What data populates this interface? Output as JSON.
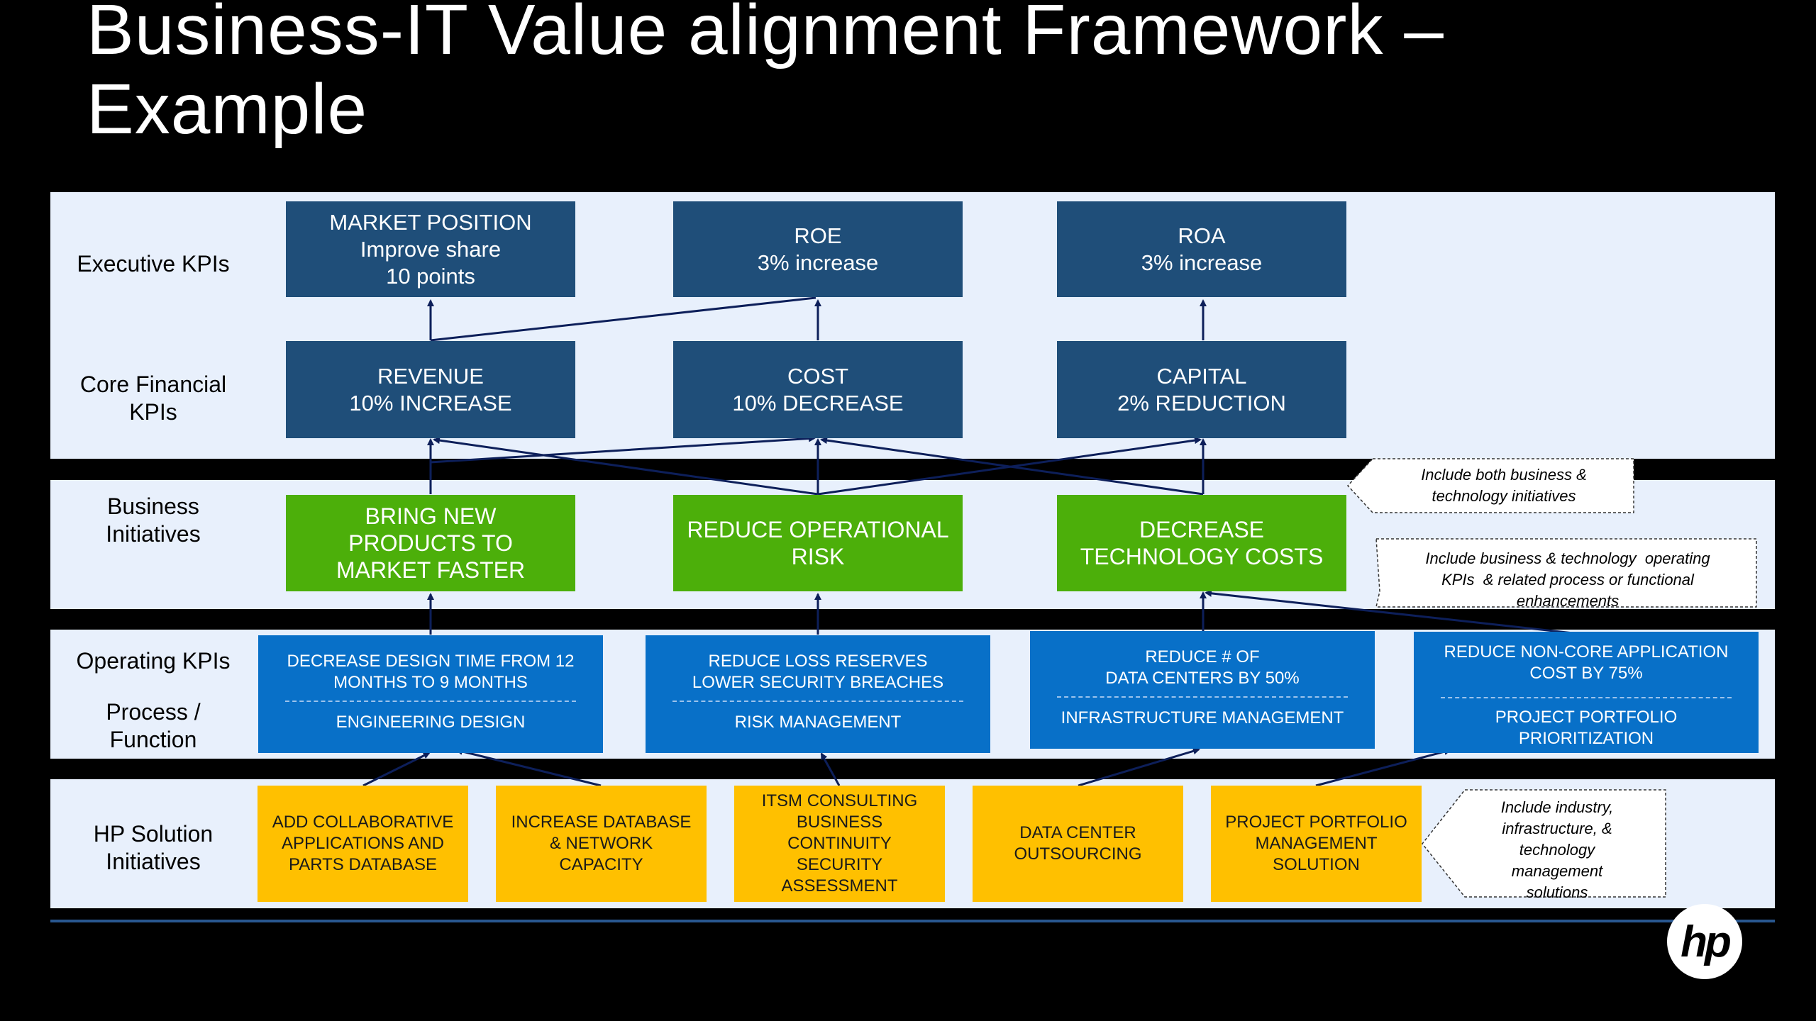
{
  "title": "Business-IT Value alignment Framework –\nExample",
  "rows": {
    "executive": "Executive KPIs",
    "core": "Core Financial\nKPIs",
    "business": "Business\nInitiatives",
    "operating": "Operating KPIs",
    "process": "Process /\nFunction",
    "hp": "HP Solution\nInitiatives"
  },
  "executive_kpis": [
    "MARKET POSITION\nImprove share\n10 points",
    "ROE\n3% increase",
    "ROA\n3% increase"
  ],
  "core_financial_kpis": [
    "REVENUE\n10% INCREASE",
    "COST\n10% DECREASE",
    "CAPITAL\n2% REDUCTION"
  ],
  "business_initiatives": [
    "BRING NEW\nPRODUCTS TO\nMARKET FASTER",
    "REDUCE OPERATIONAL\nRISK",
    "DECREASE\nTECHNOLOGY COSTS"
  ],
  "operating_kpis": [
    {
      "kpi": "DECREASE DESIGN TIME FROM 12\nMONTHS TO 9 MONTHS",
      "function": "ENGINEERING DESIGN"
    },
    {
      "kpi": "REDUCE LOSS RESERVES\nLOWER SECURITY BREACHES",
      "function": "RISK MANAGEMENT"
    },
    {
      "kpi": "REDUCE # OF\nDATA CENTERS BY 50%",
      "function": "INFRASTRUCTURE MANAGEMENT"
    },
    {
      "kpi": "REDUCE NON-CORE APPLICATION\nCOST BY 75%",
      "function": "PROJECT PORTFOLIO\nPRIORITIZATION"
    }
  ],
  "hp_solutions": [
    "ADD COLLABORATIVE\nAPPLICATIONS AND\nPARTS DATABASE",
    "INCREASE DATABASE\n& NETWORK\nCAPACITY",
    "ITSM CONSULTING\nBUSINESS\nCONTINUITY\nSECURITY\nASSESSMENT",
    "DATA CENTER\nOUTSOURCING",
    "PROJECT PORTFOLIO\nMANAGEMENT\nSOLUTION"
  ],
  "callouts": {
    "business": "Include both business &\ntechnology initiatives",
    "operating": "Include business & technology  operating\nKPIs  & related process or functional\nenhancements",
    "hp": "Include industry,\ninfrastructure, &\ntechnology\nmanagement\nsolutions"
  },
  "logo": "hp",
  "colors": {
    "executive": "#1f4e79",
    "business": "#4caf0a",
    "operating": "#0870c8",
    "hp_solution": "#ffc000",
    "band": "#e8f0fc",
    "connector": "#0d1f5a"
  }
}
